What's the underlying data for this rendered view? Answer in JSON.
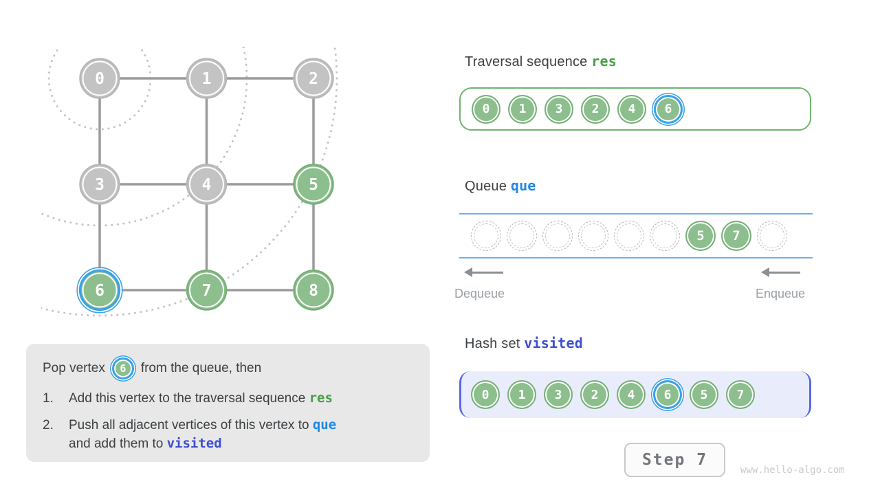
{
  "colors": {
    "node_green": "#8dbe8d",
    "node_green_border": "#77b077",
    "node_gray": "#c3c3c3",
    "node_gray_border": "#b7b7b7",
    "highlight_blue": "#3aa2e8",
    "edge_gray": "#9b9b9b",
    "arc_dot_gray": "#c4c4c4",
    "res_green": "#43a047",
    "que_blue": "#1e88e5",
    "visited_indigo": "#3d4ed0"
  },
  "graph": {
    "nodes": [
      {
        "id": "0",
        "row": 0,
        "col": 0,
        "state": "gray",
        "highlighted": false
      },
      {
        "id": "1",
        "row": 0,
        "col": 1,
        "state": "gray",
        "highlighted": false
      },
      {
        "id": "2",
        "row": 0,
        "col": 2,
        "state": "gray",
        "highlighted": false
      },
      {
        "id": "3",
        "row": 1,
        "col": 0,
        "state": "gray",
        "highlighted": false
      },
      {
        "id": "4",
        "row": 1,
        "col": 1,
        "state": "gray",
        "highlighted": false
      },
      {
        "id": "5",
        "row": 1,
        "col": 2,
        "state": "green",
        "highlighted": false
      },
      {
        "id": "6",
        "row": 2,
        "col": 0,
        "state": "green",
        "highlighted": true
      },
      {
        "id": "7",
        "row": 2,
        "col": 1,
        "state": "green",
        "highlighted": false
      },
      {
        "id": "8",
        "row": 2,
        "col": 2,
        "state": "green",
        "highlighted": false
      }
    ],
    "edges": [
      [
        "0",
        "1"
      ],
      [
        "1",
        "2"
      ],
      [
        "3",
        "4"
      ],
      [
        "4",
        "5"
      ],
      [
        "6",
        "7"
      ],
      [
        "7",
        "8"
      ],
      [
        "0",
        "3"
      ],
      [
        "3",
        "6"
      ],
      [
        "1",
        "4"
      ],
      [
        "4",
        "7"
      ],
      [
        "2",
        "5"
      ],
      [
        "5",
        "8"
      ]
    ]
  },
  "res_panel": {
    "title": "Traversal sequence",
    "code": "res",
    "items": [
      "0",
      "1",
      "3",
      "2",
      "4",
      "6"
    ],
    "highlight_index": 5
  },
  "queue_panel": {
    "title": "Queue",
    "code": "que",
    "slots": [
      null,
      null,
      null,
      null,
      null,
      null,
      "5",
      "7",
      null
    ],
    "dequeue_label": "Dequeue",
    "enqueue_label": "Enqueue"
  },
  "visited_panel": {
    "title": "Hash set",
    "code": "visited",
    "items": [
      "0",
      "1",
      "3",
      "2",
      "4",
      "6",
      "5",
      "7"
    ],
    "highlight_index": 5
  },
  "explanation": {
    "pop_before": "Pop vertex",
    "pop_vertex": "6",
    "pop_after": "from the queue, then",
    "item1_num": "1.",
    "item1_text": "Add this vertex to the traversal sequence",
    "item1_code": "res",
    "item2_num": "2.",
    "item2_text": "Push all adjacent vertices of this vertex to",
    "item2_code": "que",
    "item2_cont": "and add them to",
    "item2_cont_code": "visited"
  },
  "step_button": "Step 7",
  "watermark": "www.hello-algo.com"
}
